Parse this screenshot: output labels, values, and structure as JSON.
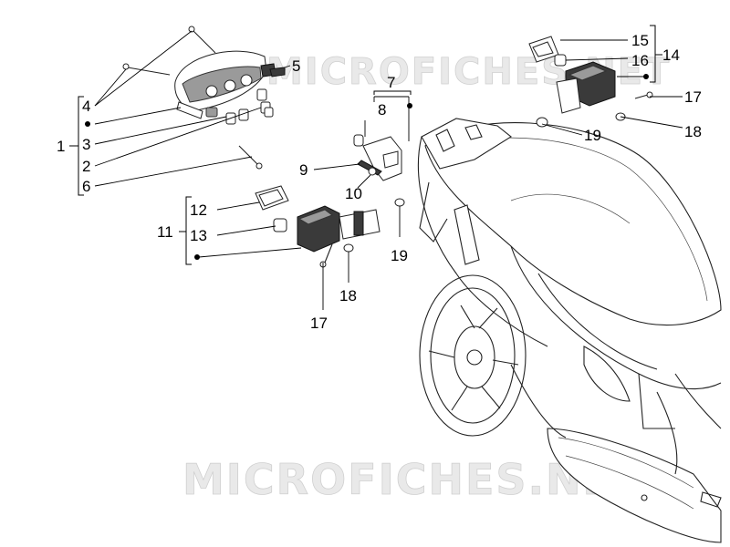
{
  "watermarks": {
    "top": "MICROFICHES.NET",
    "bottom": "MICROFICHES.NET"
  },
  "callouts": {
    "c1": "1",
    "c2": "2",
    "c3": "3",
    "c4": "4",
    "c5": "5",
    "c6": "6",
    "c7": "7",
    "c8": "8",
    "c9": "9",
    "c10": "10",
    "c11": "11",
    "c12": "12",
    "c13": "13",
    "c14": "14",
    "c15": "15",
    "c16": "16",
    "c17a": "17",
    "c17b": "17",
    "c18a": "18",
    "c18b": "18",
    "c19a": "19",
    "c19b": "19"
  }
}
